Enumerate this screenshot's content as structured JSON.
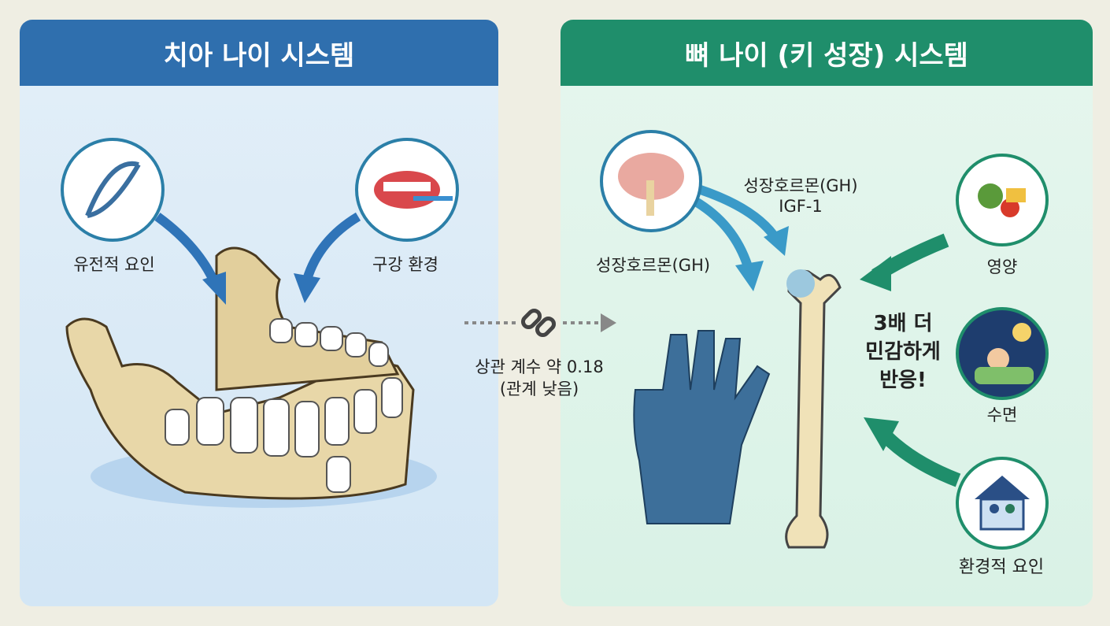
{
  "left_panel": {
    "title": "치아 나이 시스템",
    "factor_genetic": "유전적 요인",
    "factor_oral": "구강 환경"
  },
  "connector": {
    "line1": "상관 계수 약 0.18",
    "line2": "(관계 낮음)",
    "icon": "broken-link-icon"
  },
  "right_panel": {
    "title": "뼈 나이 (키 성장) 시스템",
    "hormone_label_1": "성장호르몬(GH)",
    "hormone_label_2a": "성장호르몬(GH)",
    "hormone_label_2b": "IGF-1",
    "factor_nutrition": "영양",
    "factor_sleep": "수면",
    "factor_environment": "환경적 요인",
    "sensitivity_line1": "3배 더",
    "sensitivity_line2": "민감하게",
    "sensitivity_line3": "반응!"
  },
  "colors": {
    "left_header": "#2f6fae",
    "right_header": "#1f8e6b",
    "arrow_blue": "#2f74b8",
    "arrow_green": "#1f8e6b"
  }
}
